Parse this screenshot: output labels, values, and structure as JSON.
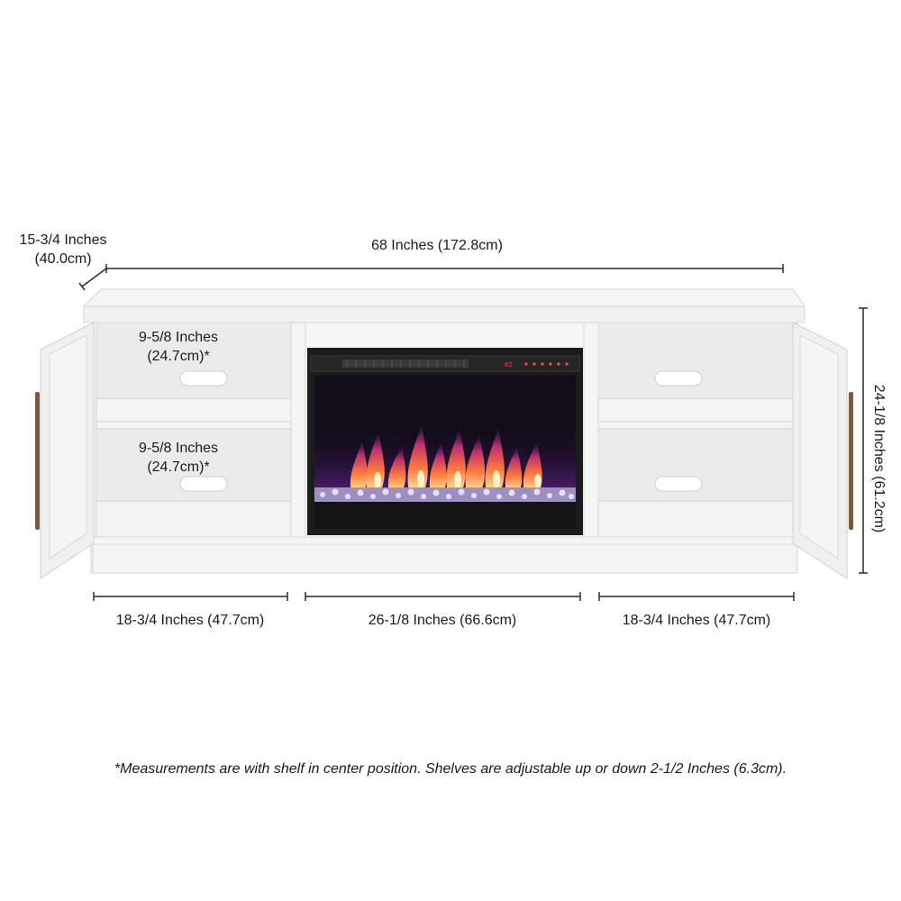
{
  "dimensions": {
    "depth_inches": "15-3/4 Inches",
    "depth_cm": "(40.0cm)",
    "width_total": "68 Inches (172.8cm)",
    "height_total": "24-1/8 Inches (61.2cm)",
    "upper_shelf_inches": "9-5/8 Inches",
    "upper_shelf_cm": "(24.7cm)*",
    "lower_shelf_inches": "9-5/8 Inches",
    "lower_shelf_cm": "(24.7cm)*",
    "left_cabinet_width": "18-3/4 Inches (47.7cm)",
    "fireplace_width": "26-1/8 Inches (66.6cm)",
    "right_cabinet_width": "18-3/4 Inches (47.7cm)"
  },
  "fireplace": {
    "display_readout": "82"
  },
  "footnote": "*Measurements are with shelf in center position. Shelves are adjustable up or down 2-1/2 Inches (6.3cm).",
  "colors": {
    "cabinet": "#f1f1f1",
    "cabinet_edge": "#d6d6d6",
    "fireplace_frame": "#1c1c1c",
    "handle": "#7a5a3c",
    "dimension_line": "#2a2a2a"
  }
}
